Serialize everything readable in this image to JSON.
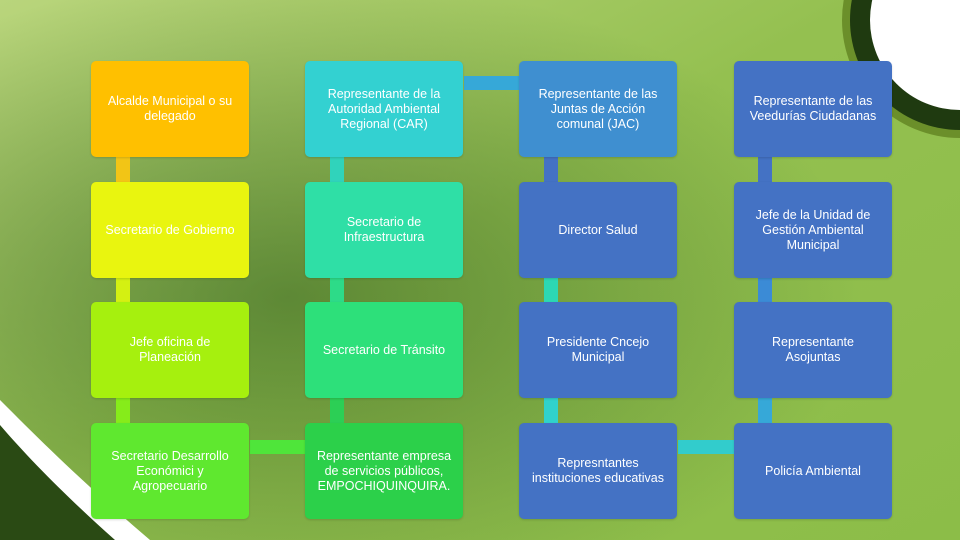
{
  "colors": {
    "background_light": "#b8d67a",
    "background_mid": "#8dba4c",
    "background_dark": "#4f7f2a",
    "corner_dark": "#1f3a10",
    "column1": [
      "#ffc000",
      "#e9f50f",
      "#a6f00e",
      "#5fe82f"
    ],
    "column2": [
      "#33d1d1",
      "#2fdfa6",
      "#2de08a",
      "#2cd04a"
    ],
    "column3": [
      "#3f8fd0",
      "#4472c4",
      "#4472c4",
      "#4472c4"
    ],
    "column4": [
      "#4472c4",
      "#4472c4",
      "#4472c4",
      "#4472c4"
    ]
  },
  "nodes": {
    "alcalde": "Alcalde Municipal o su delegado",
    "gobierno": "Secretario de Gobierno",
    "planeacion": "Jefe oficina de Planeación",
    "desarrollo": "Secretario Desarrollo Económici y Agropecuario",
    "car": "Representante de la Autoridad Ambiental Regional (CAR)",
    "infraestructura": "Secretario de Infraestructura",
    "transito": "Secretario de Tránsito",
    "empochiquinquira": "Representante empresa de servicios públicos, EMPOCHIQUINQUIRA.",
    "jac": "Representante de las Juntas de Acción comunal (JAC)",
    "salud": "Director Salud",
    "concejo": "Presidente Cncejo Municipal",
    "educativas": "Represntantes instituciones educativas",
    "veedurias": "Representante de las Veedurías Ciudadanas",
    "gestion_ambiental": "Jefe de la Unidad de Gestión Ambiental Municipal",
    "asojuntas": "Representante Asojuntas",
    "policia": "Policía Ambiental"
  }
}
